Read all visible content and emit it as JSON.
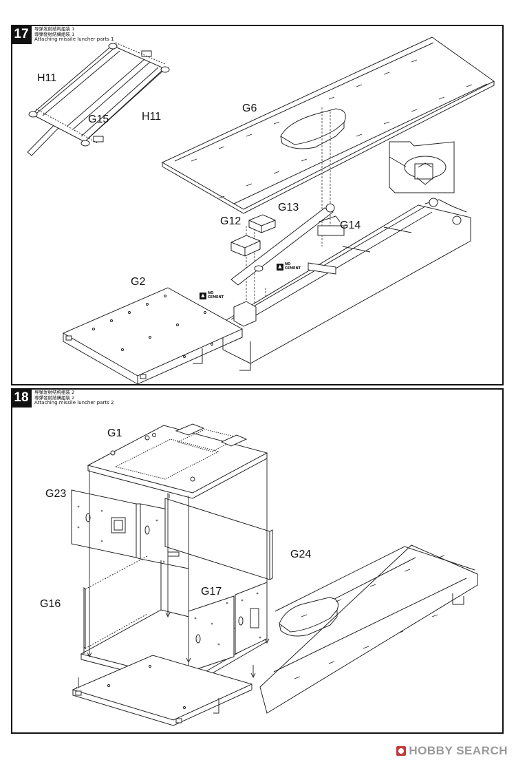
{
  "steps": [
    {
      "number": "17",
      "caption_line1": "导弹发射结构组装 1",
      "caption_line2": "導彈發射結構組裝 1",
      "caption_en": "Attaching missile luncher parts 1",
      "parts": {
        "h11_a": "H11",
        "h11_b": "H11",
        "g15": "G15",
        "g6": "G6",
        "g13": "G13",
        "g12": "G12",
        "g14": "G14",
        "g2": "G2"
      },
      "no_cement_1": "NO CEMENT",
      "no_cement_2": "NO CEMENT"
    },
    {
      "number": "18",
      "caption_line1": "导弹发射结构组装 2",
      "caption_line2": "導彈發射結構組裝 2",
      "caption_en": "Attaching missile luncher parts 2",
      "parts": {
        "g1": "G1",
        "g23": "G23",
        "g24": "G24",
        "g16": "G16",
        "g17": "G17"
      }
    }
  ],
  "watermark": {
    "text": "HOBBY SEARCH"
  },
  "icons": {
    "no_cement": "no-cement-icon"
  }
}
